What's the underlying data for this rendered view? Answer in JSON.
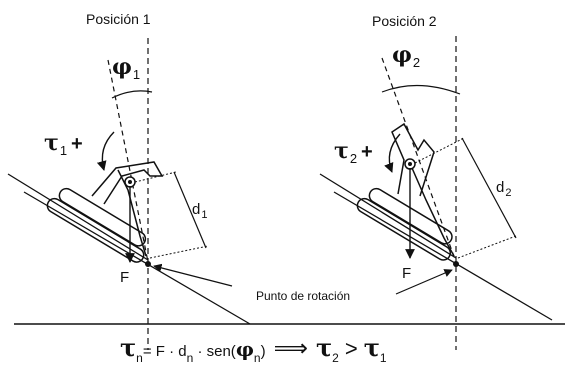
{
  "position1": {
    "title": "Posición 1",
    "phi_symbol": "φ",
    "phi_sub": "1",
    "tau_symbol": "τ",
    "tau_sub": "1",
    "sign": "+",
    "d_symbol": "d",
    "d_sub": "1",
    "force": "F"
  },
  "position2": {
    "title": "Posición 2",
    "phi_symbol": "φ",
    "phi_sub": "2",
    "tau_symbol": "τ",
    "tau_sub": "2",
    "sign": "+",
    "d_symbol": "d",
    "d_sub": "2",
    "force": "F"
  },
  "pivot_label": "Punto de rotación",
  "formula": {
    "tau": "τ",
    "n": "n",
    "eq": "= F · d",
    "dn": "n",
    "sen": " · sen(",
    "phi": "φ",
    "phin": "n",
    "close": ")",
    "implies": "⟹",
    "tau2": "τ",
    "sub2": "2",
    "gt": ">",
    "tau1": "τ",
    "sub1": "1"
  }
}
